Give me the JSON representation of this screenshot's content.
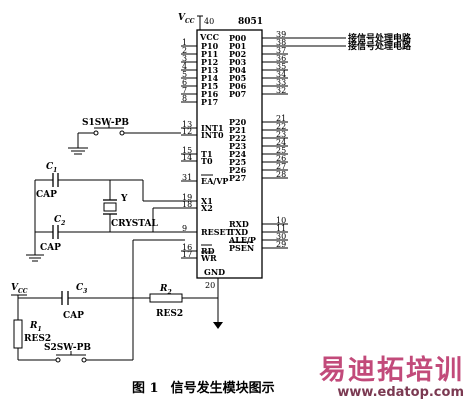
{
  "chip": {
    "name": "8051",
    "vcc_label": "V",
    "vcc_sub": "CC",
    "vcc_pin": "40",
    "gnd_pin": "20",
    "left_pins": [
      {
        "num": "1",
        "label": "P10"
      },
      {
        "num": "2",
        "label": "P11"
      },
      {
        "num": "3",
        "label": "P12"
      },
      {
        "num": "4",
        "label": "P13"
      },
      {
        "num": "5",
        "label": "P14"
      },
      {
        "num": "6",
        "label": "P15"
      },
      {
        "num": "7",
        "label": "P16"
      },
      {
        "num": "8",
        "label": "P17"
      },
      {
        "num": "13",
        "label": "INT1"
      },
      {
        "num": "12",
        "label": "INT0"
      },
      {
        "num": "15",
        "label": "T1"
      },
      {
        "num": "14",
        "label": "T0"
      },
      {
        "num": "31",
        "label": "EA/VP"
      },
      {
        "num": "19",
        "label": "X1"
      },
      {
        "num": "18",
        "label": "X2"
      },
      {
        "num": "9",
        "label": "RESET"
      },
      {
        "num": "16",
        "label": "RD"
      },
      {
        "num": "17",
        "label": "WR"
      }
    ],
    "vcc_inside": "VCC",
    "gnd_inside": "GND",
    "right_pins_p0": [
      {
        "num": "39",
        "label": "P00"
      },
      {
        "num": "38",
        "label": "P01"
      },
      {
        "num": "37",
        "label": "P02"
      },
      {
        "num": "36",
        "label": "P03"
      },
      {
        "num": "35",
        "label": "P04"
      },
      {
        "num": "34",
        "label": "P05"
      },
      {
        "num": "33",
        "label": "P06"
      },
      {
        "num": "32",
        "label": "P07"
      }
    ],
    "right_pins_p2": [
      {
        "num": "21",
        "label": "P20"
      },
      {
        "num": "22",
        "label": "P21"
      },
      {
        "num": "23",
        "label": "P22"
      },
      {
        "num": "24",
        "label": "P23"
      },
      {
        "num": "25",
        "label": "P24"
      },
      {
        "num": "26",
        "label": "P25"
      },
      {
        "num": "27",
        "label": "P26"
      },
      {
        "num": "28",
        "label": "P27"
      }
    ],
    "right_pins_ctrl": [
      {
        "num": "10",
        "label": "RXD"
      },
      {
        "num": "11",
        "label": "TXD"
      },
      {
        "num": "30",
        "label": "ALE/P"
      },
      {
        "num": "29",
        "label": "PSEN"
      }
    ]
  },
  "outputs": [
    "接信号处理电路",
    "接信号处理电路"
  ],
  "components": {
    "s1": "S1SW-PB",
    "c1_name": "C",
    "c1_sub": "1",
    "c1_type": "CAP",
    "c2_name": "C",
    "c2_sub": "2",
    "c2_type": "CAP",
    "y_name": "Y",
    "y_type": "CRYSTAL",
    "vcc_label": "V",
    "vcc_sub": "CC",
    "c3_name": "C",
    "c3_sub": "3",
    "c3_type": "CAP",
    "r2_name": "R",
    "r2_sub": "2",
    "r2_type": "RES2",
    "r1_name": "R",
    "r1_sub": "1",
    "r1_type": "RES2",
    "s2": "S2SW-PB"
  },
  "caption": {
    "number": "图 1",
    "title": "信号发生模块图示"
  },
  "watermark": {
    "title": "易迪拓培训",
    "url": "www.edatop.com"
  }
}
